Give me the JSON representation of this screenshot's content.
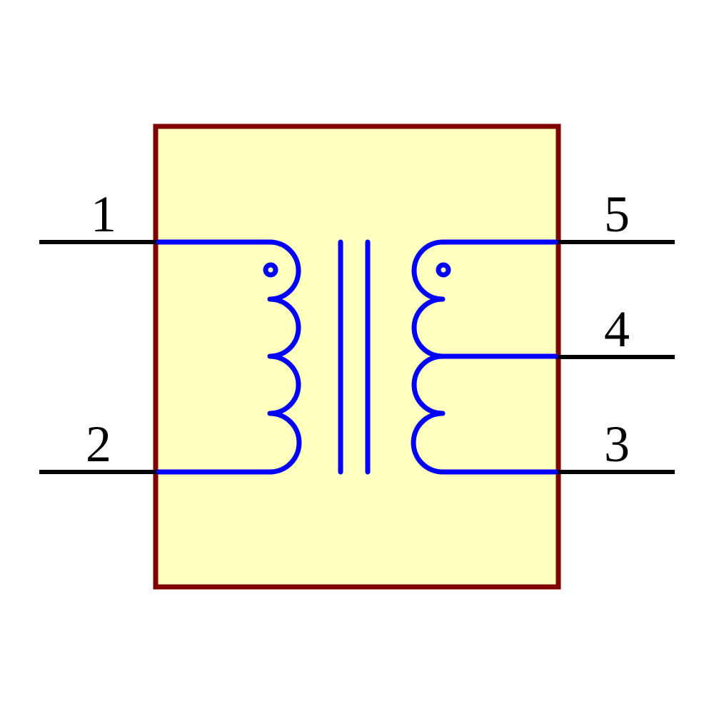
{
  "component": {
    "body_fill": "#ffffbe",
    "body_stroke": "#800000",
    "winding_color": "#0000ff",
    "pin_color": "#000000",
    "label_color": "#000000"
  },
  "pins": {
    "p1": {
      "label": "1"
    },
    "p2": {
      "label": "2"
    },
    "p3": {
      "label": "3"
    },
    "p4": {
      "label": "4"
    },
    "p5": {
      "label": "5"
    }
  }
}
